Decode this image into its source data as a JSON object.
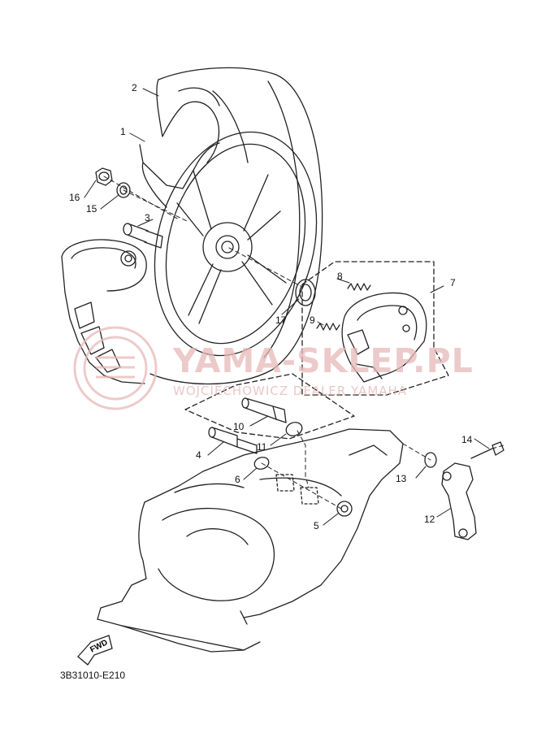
{
  "diagram": {
    "callouts": [
      {
        "id": "1",
        "label": "1"
      },
      {
        "id": "2",
        "label": "2"
      },
      {
        "id": "3",
        "label": "3"
      },
      {
        "id": "4",
        "label": "4"
      },
      {
        "id": "5",
        "label": "5"
      },
      {
        "id": "6",
        "label": "6"
      },
      {
        "id": "7",
        "label": "7"
      },
      {
        "id": "8",
        "label": "8"
      },
      {
        "id": "9",
        "label": "9"
      },
      {
        "id": "10",
        "label": "10"
      },
      {
        "id": "11",
        "label": "11"
      },
      {
        "id": "12",
        "label": "12"
      },
      {
        "id": "13",
        "label": "13"
      },
      {
        "id": "14",
        "label": "14"
      },
      {
        "id": "15",
        "label": "15"
      },
      {
        "id": "16",
        "label": "16"
      },
      {
        "id": "17",
        "label": "17"
      }
    ],
    "fwd_label": "FWD",
    "diagram_code": "3B31010-E210"
  },
  "watermark": {
    "main": "YAMA-SKLEP.PL",
    "sub": "WOJCIECHOWICZ DEALER YAMAHA",
    "color": "#e8b9b9"
  }
}
